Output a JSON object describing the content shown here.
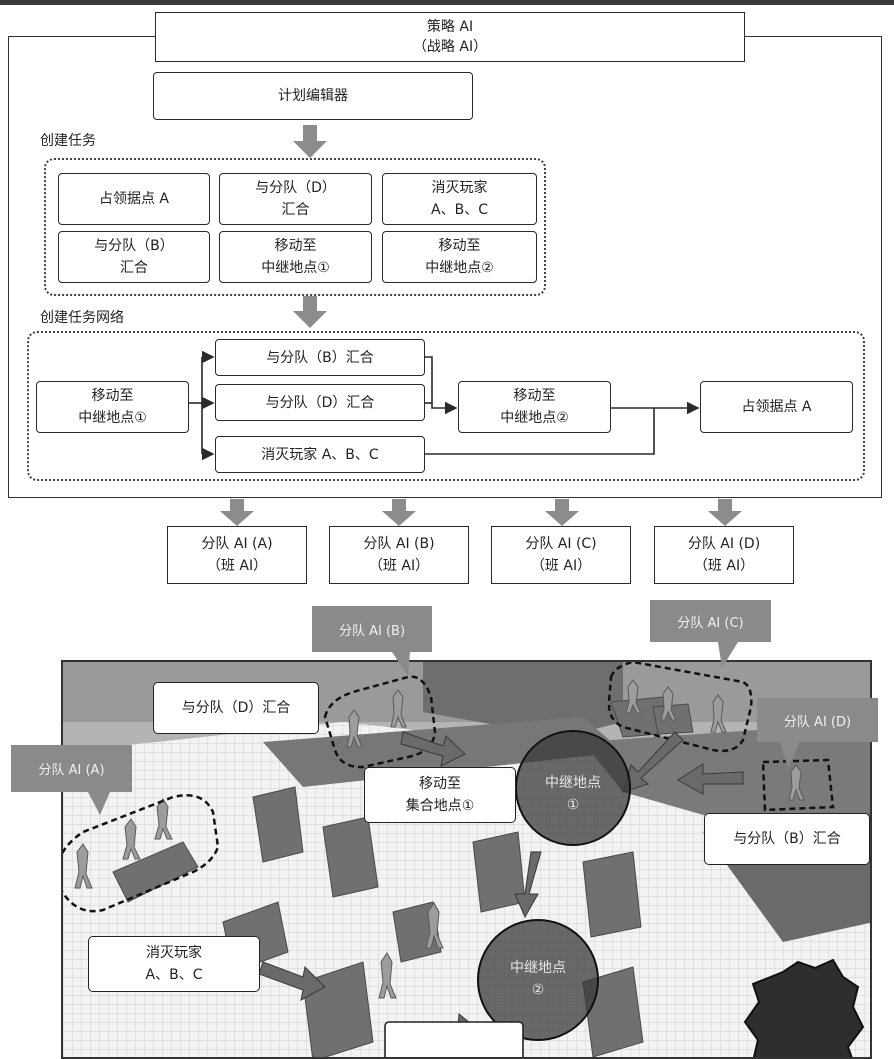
{
  "top_strip": "",
  "strategy": {
    "line1": "策略 AI",
    "line2": "（战略 AI）"
  },
  "plan_editor": "计划编辑器",
  "create_tasks_label": "创建任务",
  "tasks": [
    [
      "占领据点 A",
      ""
    ],
    [
      "与分队（D）",
      "汇合"
    ],
    [
      "消灭玩家",
      "A、B、C"
    ],
    [
      "与分队（B）",
      "汇合"
    ],
    [
      "移动至",
      "中继地点①"
    ],
    [
      "移动至",
      "中继地点②"
    ]
  ],
  "create_network_label": "创建任务网络",
  "network": {
    "start": [
      "移动至",
      "中继地点①"
    ],
    "meet_b": "与分队（B）汇合",
    "meet_d": "与分队（D）汇合",
    "destroy": "消灭玩家 A、B、C",
    "relay2": [
      "移动至",
      "中继地点②"
    ],
    "occupy": "占领据点 A"
  },
  "squads": [
    [
      "分队 AI (A)",
      "（班 AI）"
    ],
    [
      "分队 AI (B)",
      "（班 AI）"
    ],
    [
      "分队 AI (C)",
      "（班 AI）"
    ],
    [
      "分队 AI (D)",
      "（班 AI）"
    ]
  ],
  "scene": {
    "tag_b": "分队 AI (B)",
    "tag_c": "分队 AI (C)",
    "tag_a": "分队 AI (A)",
    "tag_d": "分队 AI (D)",
    "label_meet_d": "与分队（D）汇合",
    "label_move": [
      "移动至",
      "集合地点①"
    ],
    "label_meet_b": "与分队（B）汇合",
    "label_destroy": [
      "消灭玩家",
      "A、B、C"
    ],
    "relay1": [
      "中继地点",
      "①"
    ],
    "relay2": [
      "中继地点",
      "②"
    ]
  },
  "colors": {
    "arrow_gray": "#8c8c8c",
    "tag_gray": "#8a8a8a",
    "scene_bg": "#b4b4b4",
    "line": "#2a2a2a"
  }
}
